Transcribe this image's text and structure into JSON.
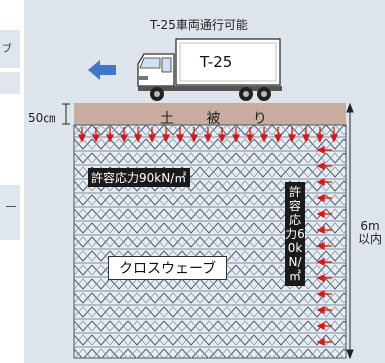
{
  "truck": {
    "caption": "T-25車両通行可能",
    "body_label": "T-25"
  },
  "soil": {
    "label": "土 被 り",
    "thickness": "50㎝"
  },
  "block": {
    "height": "6m\n以内",
    "stress_horizontal": "許容応力90kN/㎡",
    "stress_vertical": "許容応力60kN/㎡",
    "product_name": "クロスウェーブ"
  },
  "left_fragment": {
    "glyph": "ブ"
  },
  "colors": {
    "panel_bg": "#dde4ec",
    "soil": "#c8aca0",
    "block": "#e6ecf2",
    "arrow_red": "#d21a1a",
    "truck_arrow": "#3f78c8"
  }
}
